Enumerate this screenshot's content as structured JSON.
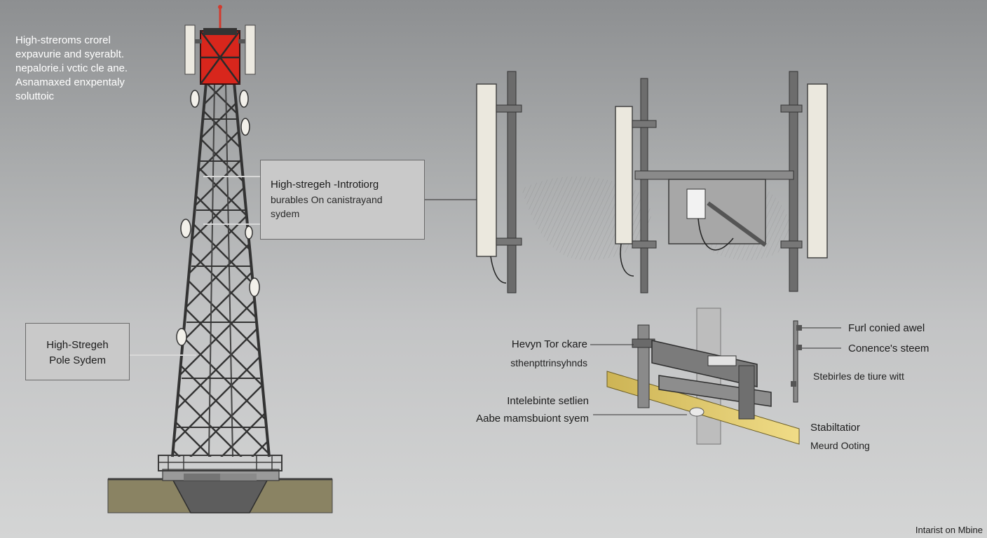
{
  "intro_lines": [
    "High-streroms crorel",
    "expavurie and syerablt.",
    "nepalorie.i vctic cle ane.",
    "Asnamaxed enxpentaly",
    "soluttoic"
  ],
  "callout_box_top": {
    "title": "High-stregeh -Introtiorg",
    "line2": "burables On canistrayand",
    "line3": "sydem"
  },
  "callout_box_left": {
    "line1": "High-Stregeh",
    "line2": "Pole Sydem"
  },
  "labels": {
    "heavy_title": "Hevyn Tor ckare",
    "heavy_sub": "sthenpttrinsyhnds",
    "inte_title": "Intelebinte setlien",
    "inte_sub": "Aabe mamsbuiont syem",
    "furl": "Furl conied awel",
    "conence": "Conence's steem",
    "stebirles": "Stebirles de tiure witt",
    "stabil_title": "Stabiltatior",
    "stabil_sub": "Meurd Ooting"
  },
  "credit": "Intarist on Mbine",
  "colors": {
    "tower_steel": "#3a3a3a",
    "tower_top_red": "#d8261c",
    "antenna_panel": "#e9e6dc",
    "ground": "#8c8566",
    "concrete": "#5b5b5b",
    "bracket_tape": "#d9c46a"
  }
}
